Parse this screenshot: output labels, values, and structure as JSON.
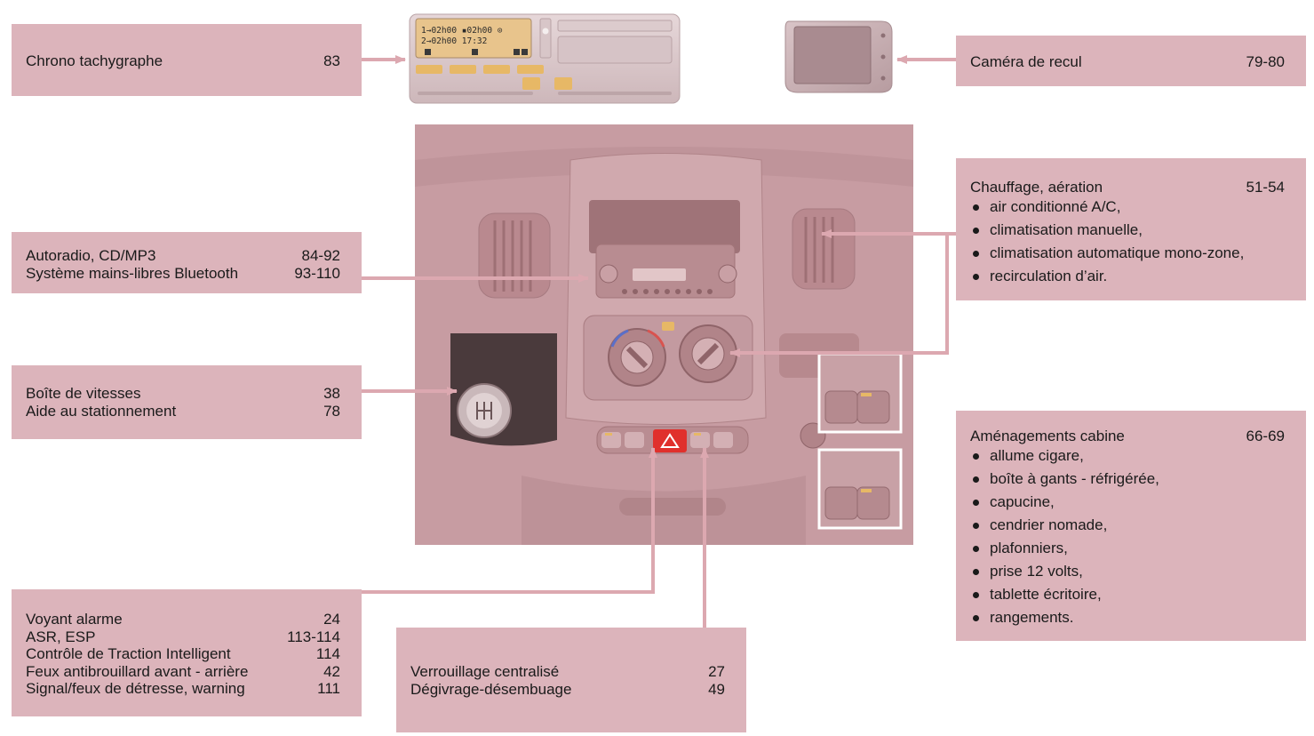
{
  "callouts": {
    "chrono": {
      "label": "Chrono tachygraphe",
      "page": "83"
    },
    "camera": {
      "label": "Caméra de recul",
      "page": "79-80"
    },
    "radio": {
      "rows": [
        {
          "label": "Autoradio, CD/MP3",
          "page": "84-92"
        },
        {
          "label": "Système mains-libres Bluetooth",
          "page": "93-110"
        }
      ]
    },
    "gearbox": {
      "rows": [
        {
          "label": "Boîte de vitesses",
          "page": "38"
        },
        {
          "label": "Aide au stationnement",
          "page": "78"
        }
      ]
    },
    "heating": {
      "title": "Chauffage, aération",
      "page": "51-54",
      "items": [
        "air conditionné A/C,",
        "climatisation manuelle,",
        "climatisation automatique mono-zone,",
        "recirculation d’air."
      ]
    },
    "cabin": {
      "title": "Aménagements cabine",
      "page": "66-69",
      "items": [
        "allume cigare,",
        "boîte à gants - réfrigérée,",
        "capucine,",
        "cendrier nomade,",
        "plafonniers,",
        "prise 12 volts,",
        "tablette écritoire,",
        "rangements."
      ]
    },
    "warning": {
      "rows": [
        {
          "label": "Voyant alarme",
          "page": "24"
        },
        {
          "label": "ASR, ESP",
          "page": "113-114"
        },
        {
          "label": "Contrôle de Traction Intelligent",
          "page": "114"
        },
        {
          "label": "Feux antibrouillard avant - arrière",
          "page": "42"
        },
        {
          "label": "Signal/feux de détresse, warning",
          "page": "111"
        }
      ]
    },
    "locking": {
      "rows": [
        {
          "label": "Verrouillage centralisé",
          "page": "27"
        },
        {
          "label": "Dégivrage-désembuage",
          "page": "49"
        }
      ]
    }
  },
  "tachograph_display": {
    "line1": "1→02h00 ▪02h00 ⊙",
    "line2": "2→02h00    17:32"
  },
  "colors": {
    "callout_bg": "#dcb4bb",
    "leader_line": "#dca8b0",
    "dash_panel": "#c79ca2",
    "hazard_button": "#e0302c"
  }
}
